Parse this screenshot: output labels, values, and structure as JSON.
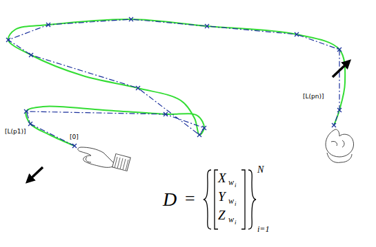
{
  "diagram": {
    "labels": [
      "[L(p1)]",
      "[0]",
      "[L(pn)]",
      "D",
      "=",
      "X",
      "w",
      "i",
      "Y",
      "w",
      "i",
      "Z",
      "w",
      "i",
      "N",
      "i=1"
    ]
  }
}
